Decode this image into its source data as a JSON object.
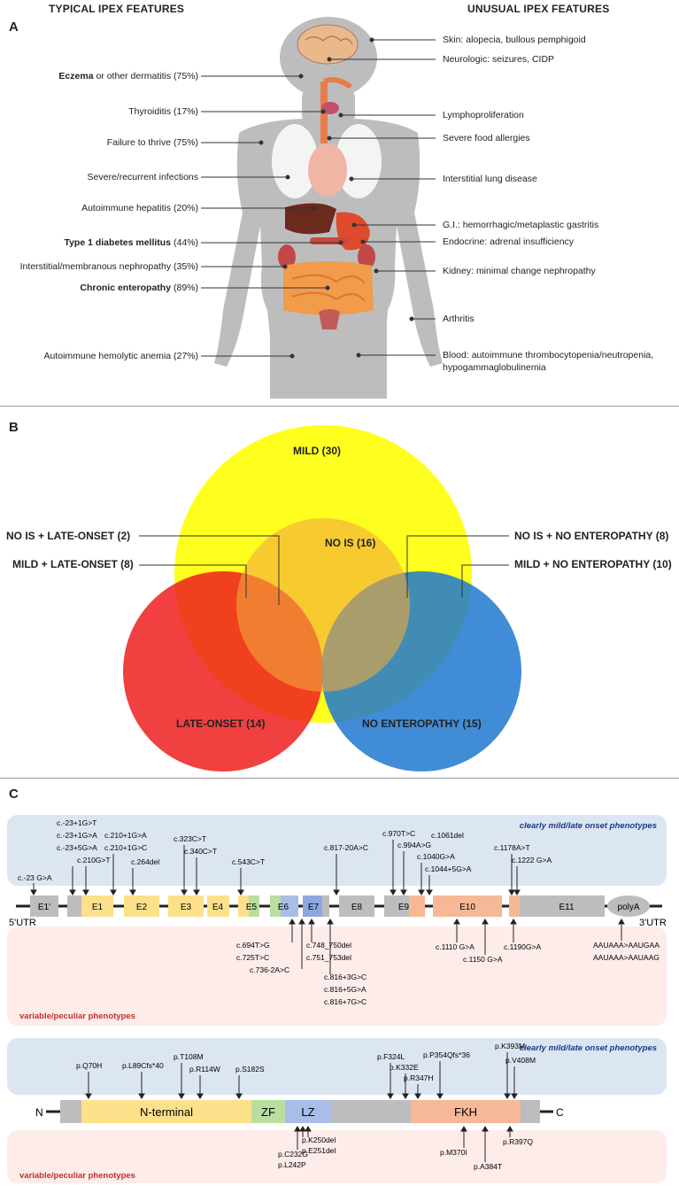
{
  "panelA": {
    "label": "A",
    "header_left": "TYPICAL IPEX FEATURES",
    "header_right": "UNUSUAL IPEX FEATURES",
    "left_features": [
      {
        "bold": "Eczema",
        "text": " or other dermatitis (75%)"
      },
      {
        "bold": "",
        "text": "Thyroiditis (17%)"
      },
      {
        "bold": "",
        "text": "Failure to thrive (75%)"
      },
      {
        "bold": "",
        "text": "Severe/recurrent infections"
      },
      {
        "bold": "",
        "text": "Autoimmune hepatitis  (20%)"
      },
      {
        "bold": "Type 1 diabetes mellitus",
        "text": " (44%)"
      },
      {
        "bold": "",
        "text": "Interstitial/membranous nephropathy (35%)"
      },
      {
        "bold": "Chronic enteropathy",
        "text": " (89%)"
      },
      {
        "bold": "",
        "text": "Autoimmune hemolytic anemia (27%)"
      }
    ],
    "right_features": [
      "Skin: alopecia, bullous pemphigoid",
      "Neurologic: seizures, CIDP",
      "Lymphoproliferation",
      "Severe food allergies",
      "Interstitial lung disease",
      "G.I.: hemorrhagic/metaplastic gastritis",
      "Endocrine: adrenal insufficiency",
      "Kidney: minimal change nephropathy",
      "Arthritis",
      "Blood: autoimmune thrombocytopenia/neutropenia,",
      "hypogammaglobulinemia"
    ]
  },
  "panelB": {
    "label": "B",
    "sets": [
      {
        "label": "MILD (30)",
        "color": "#ffff00"
      },
      {
        "label": "NO IS (16)",
        "color": "#f2b640"
      },
      {
        "label": "LATE-ONSET (14)",
        "color": "#ee2020"
      },
      {
        "label": "NO ENTEROPATHY (15)",
        "color": "#1f78d0"
      }
    ],
    "intersections": [
      "NO IS + LATE-ONSET (2)",
      "MILD + LATE-ONSET (8)",
      "NO IS + NO ENTEROPATHY (8)",
      "MILD + NO ENTEROPATHY (10)"
    ]
  },
  "panelC": {
    "label": "C",
    "mild_title": "clearly mild/late onset phenotypes",
    "variable_title": "variable/peculiar phenotypes",
    "gene": {
      "utr5": "5'UTR",
      "utr3": "3'UTR",
      "exons": [
        "E1'",
        "E1",
        "E2",
        "E3",
        "E4",
        "E5",
        "E6",
        "E7",
        "E8",
        "E9",
        "E10",
        "E11",
        "polyA"
      ],
      "mild_variants": [
        "c.-23 G>A",
        "c.-23+1G>T",
        "c.-23+1G>A",
        "c.-23+5G>A",
        "c.210G>T",
        "c.210+1G>A",
        "c.210+1G>C",
        "c.264del",
        "c.323C>T",
        "c.340C>T",
        "c.543C>T",
        "c.817-20A>C",
        "c.970T>C",
        "c.994A>G",
        "c.1061del",
        "c.1040G>A",
        "c.1044+5G>A",
        "c.1178A>T",
        "c.1222 G>A"
      ],
      "variable_variants": [
        "c.694T>G",
        "c.725T>C",
        "c.736-2A>C",
        "c.748_750del",
        "c.751_753del",
        "c.816+3G>C",
        "c.816+5G>A",
        "c.816+7G>C",
        "c.1110 G>A",
        "c.1150 G>A",
        "c.1190G>A",
        "AAUAAA>AAUGAA",
        "AAUAAA>AAUAAG"
      ]
    },
    "protein": {
      "n_term": "N",
      "c_term": "C",
      "domains": [
        "N-terminal",
        "ZF",
        "LZ",
        "FKH"
      ],
      "mild_variants": [
        "p.Q70H",
        "p.L89Cfs*40",
        "p.T108M",
        "p.R114W",
        "p.S182S",
        "p.F324L",
        "p.K332E",
        "p.R347H",
        "p.P354Qfs*36",
        "p.K393M",
        "p.V408M"
      ],
      "variable_variants": [
        "p.C232G",
        "p.L242P",
        "p.K250del",
        "p.E251del",
        "p.M370I",
        "p.A384T",
        "p.R397Q"
      ]
    }
  }
}
